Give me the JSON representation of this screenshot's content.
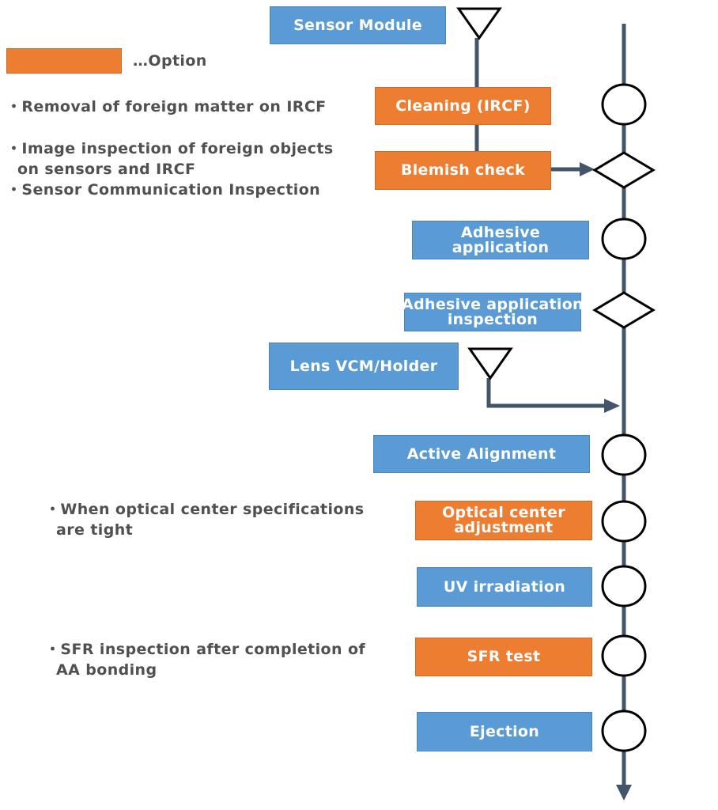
{
  "legend": {
    "label": "…Option",
    "color": "#ed7d31"
  },
  "colors": {
    "standard": "#5b9bd5",
    "option": "#ed7d31",
    "line": "#44546a"
  },
  "steps": [
    {
      "id": "sensor-module",
      "label": "Sensor Module",
      "type": "standard",
      "symbol": "start-triangle"
    },
    {
      "id": "cleaning",
      "label": "Cleaning (IRCF)",
      "type": "option",
      "symbol": "circle"
    },
    {
      "id": "blemish-check",
      "label": "Blemish check",
      "type": "option",
      "symbol": "diamond"
    },
    {
      "id": "adhesive-application",
      "label": "Adhesive\napplication",
      "type": "standard",
      "symbol": "circle"
    },
    {
      "id": "adhesive-inspection",
      "label": "Adhesive application\ninspection",
      "type": "standard",
      "symbol": "diamond"
    },
    {
      "id": "lens-vcm-holder",
      "label": "Lens VCM/Holder",
      "type": "standard",
      "symbol": "start-triangle"
    },
    {
      "id": "active-alignment",
      "label": "Active Alignment",
      "type": "standard",
      "symbol": "circle"
    },
    {
      "id": "optical-center",
      "label": "Optical center\nadjustment",
      "type": "option",
      "symbol": "circle"
    },
    {
      "id": "uv-irradiation",
      "label": "UV irradiation",
      "type": "standard",
      "symbol": "circle"
    },
    {
      "id": "sfr-test",
      "label": "SFR test",
      "type": "option",
      "symbol": "circle"
    },
    {
      "id": "ejection",
      "label": "Ejection",
      "type": "standard",
      "symbol": "circle"
    }
  ],
  "notes": {
    "cleaning": "・Removal of foreign matter on IRCF",
    "blemish": "・Image inspection of foreign objects\n  on sensors and IRCF\n・Sensor Communication Inspection",
    "optical": "・When optical center specifications\n  are tight",
    "sfr": "・SFR inspection after completion of\n  AA bonding"
  }
}
